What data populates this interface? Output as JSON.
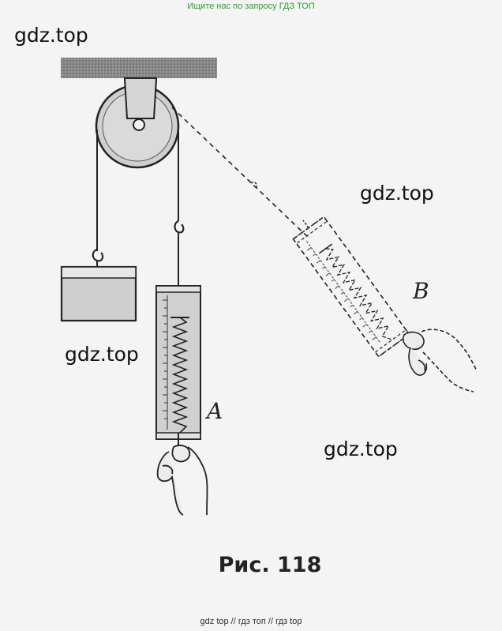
{
  "banner": "Ищите нас по запросу ГДЗ ТОП",
  "watermarks": [
    "gdz.top",
    "gdz.top",
    "gdz.top",
    "gdz.top"
  ],
  "labels": {
    "dynamometer_a": "A",
    "dynamometer_b": "B"
  },
  "caption": "Рис. 118",
  "footer": "gdz top  //  гдз топ  //  гдз top",
  "colors": {
    "banner": "#2e9d2e",
    "ink": "#222222",
    "pulley": "#c8c8c8",
    "ceiling": "#777777"
  }
}
